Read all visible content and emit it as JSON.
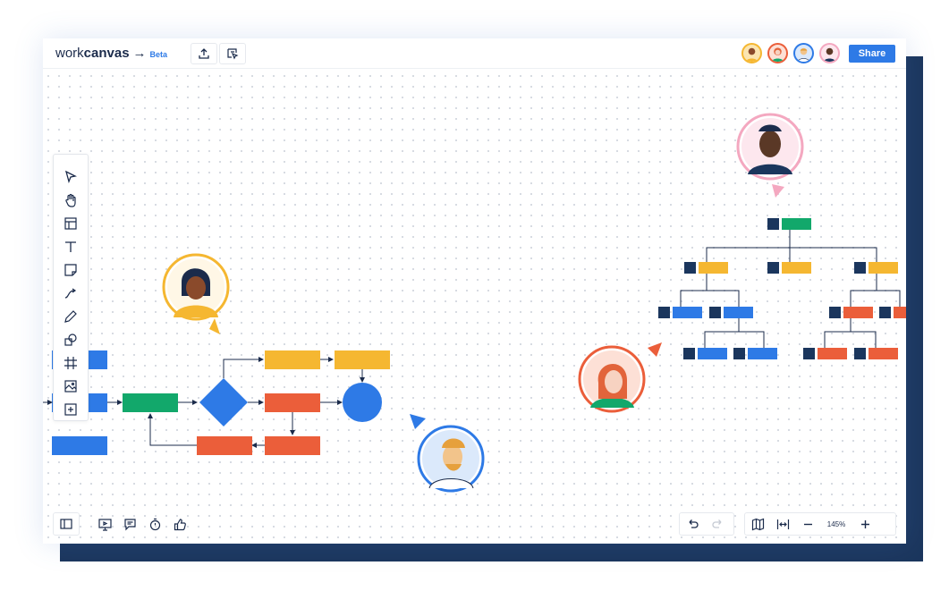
{
  "app": {
    "logo_word": "work",
    "logo_bold": "canvas",
    "logo_arrow": "→",
    "badge": "Beta"
  },
  "topbar": {
    "export_icon": "upload-icon",
    "present_icon": "cursor-frame-icon",
    "share_label": "Share",
    "collaborators": [
      {
        "ring": "#f5b731"
      },
      {
        "ring": "#eb5e3a"
      },
      {
        "ring": "#2e7ae6"
      },
      {
        "ring": "#f4a8c0"
      }
    ]
  },
  "toolbar": {
    "tools": [
      "select-arrow-icon",
      "hand-icon",
      "frame-template-icon",
      "text-icon",
      "sticky-note-icon",
      "connector-line-icon",
      "pen-icon",
      "shapes-icon",
      "grid-frame-icon",
      "image-icon",
      "add-icon"
    ]
  },
  "bottom_left": {
    "icons": [
      "sidebar-panel-icon",
      "presentation-icon",
      "comment-icon",
      "timer-icon",
      "thumbs-up-icon"
    ]
  },
  "bottom_right": {
    "undo_icon": "undo-icon",
    "redo_icon": "redo-icon",
    "map_icon": "map-icon",
    "fit_icon": "fit-width-icon",
    "zoom_out_icon": "minus-icon",
    "zoom_level": "145%",
    "zoom_in_icon": "plus-icon"
  },
  "colors": {
    "navy": "#1b365d",
    "blue": "#2e7ae6",
    "green": "#12a86b",
    "yellow": "#f5b731",
    "orange": "#eb5e3a",
    "pink": "#f4a8c0"
  }
}
